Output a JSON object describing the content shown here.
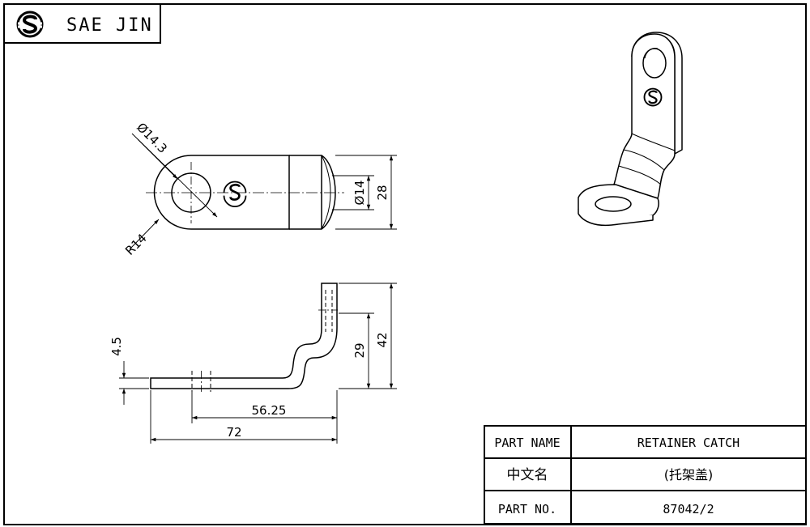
{
  "brand": {
    "name": "SAE JIN",
    "logo_icon": "sae-jin-logo-icon"
  },
  "dimensions": {
    "top_view": {
      "hole_diameter": "Ø14.3",
      "end_radius": "R14",
      "boss_diameter": "Ø14",
      "width": "28"
    },
    "side_view": {
      "thickness": "4.5",
      "inner_height": "29",
      "total_height": "42",
      "hole_offset": "56.25",
      "total_length": "72"
    }
  },
  "title_block": {
    "rows": [
      {
        "label": "PART NAME",
        "value": "RETAINER CATCH"
      },
      {
        "label": "中文名",
        "value": "(托架盖)"
      },
      {
        "label": "PART NO.",
        "value": "87042/2"
      }
    ]
  },
  "colors": {
    "line": "#000000",
    "background": "#ffffff"
  }
}
